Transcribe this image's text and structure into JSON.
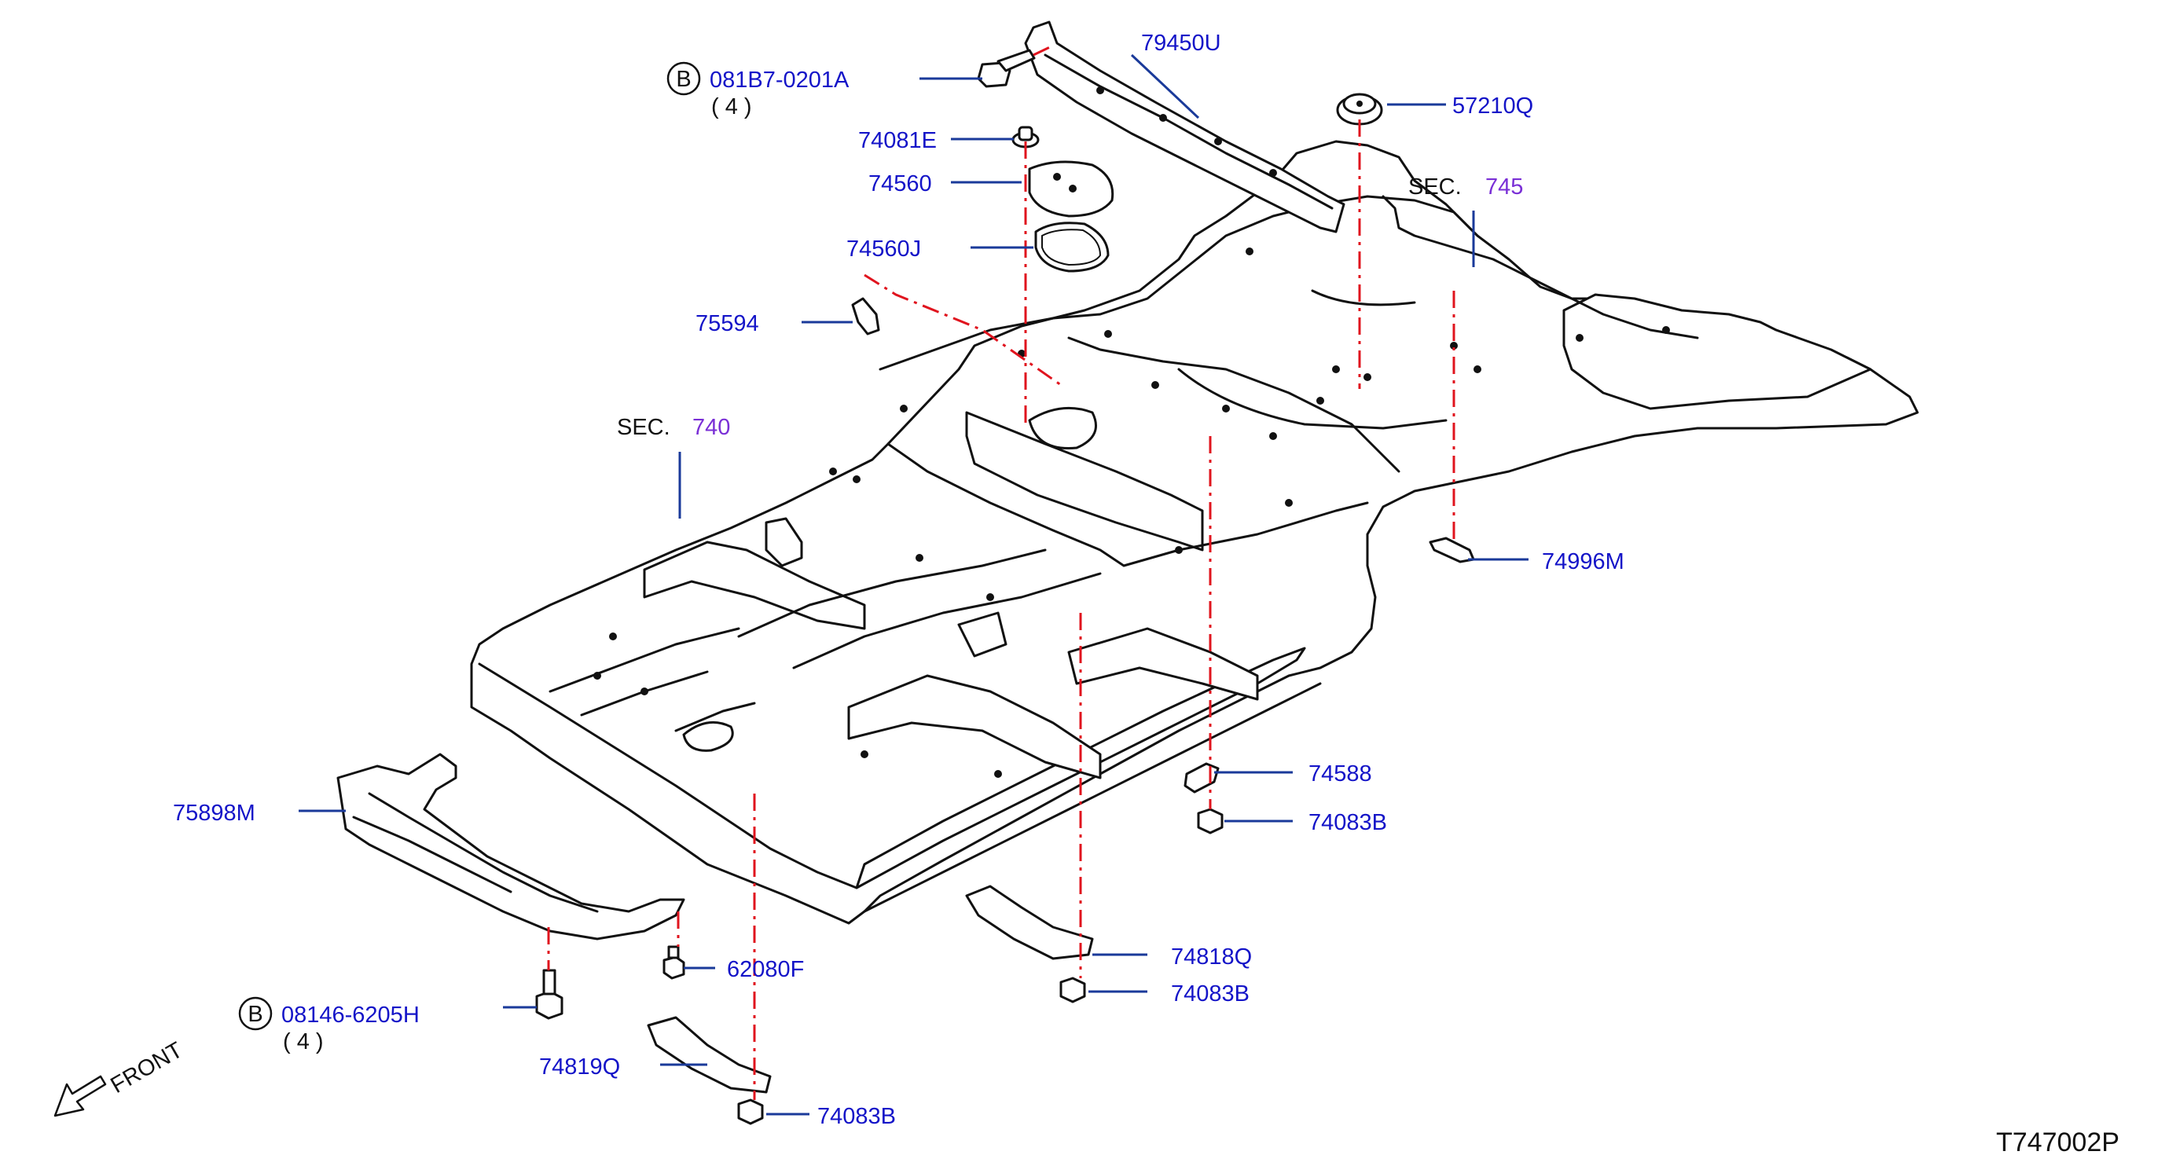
{
  "diagram": {
    "drawing_number": "T747002P",
    "front_label": "FRONT",
    "colors": {
      "part_number": "#1414c8",
      "section_number": "#7a2fd6",
      "leader": "#1a3a9a",
      "centerline": "#e0141e",
      "outline": "#111111"
    },
    "sections": [
      {
        "prefix": "SEC.",
        "number": "745"
      },
      {
        "prefix": "SEC.",
        "number": "740"
      }
    ],
    "bolts": [
      {
        "symbol": "B",
        "part": "081B7-0201A",
        "qty": "( 4 )"
      },
      {
        "symbol": "B",
        "part": "08146-6205H",
        "qty": "( 4 )"
      }
    ],
    "callouts": [
      "79450U",
      "57210Q",
      "74081E",
      "74560",
      "74560J",
      "75594",
      "74996M",
      "74588",
      "74083B",
      "75898M",
      "62080F",
      "74818Q",
      "74083B",
      "74819Q",
      "74083B"
    ]
  }
}
